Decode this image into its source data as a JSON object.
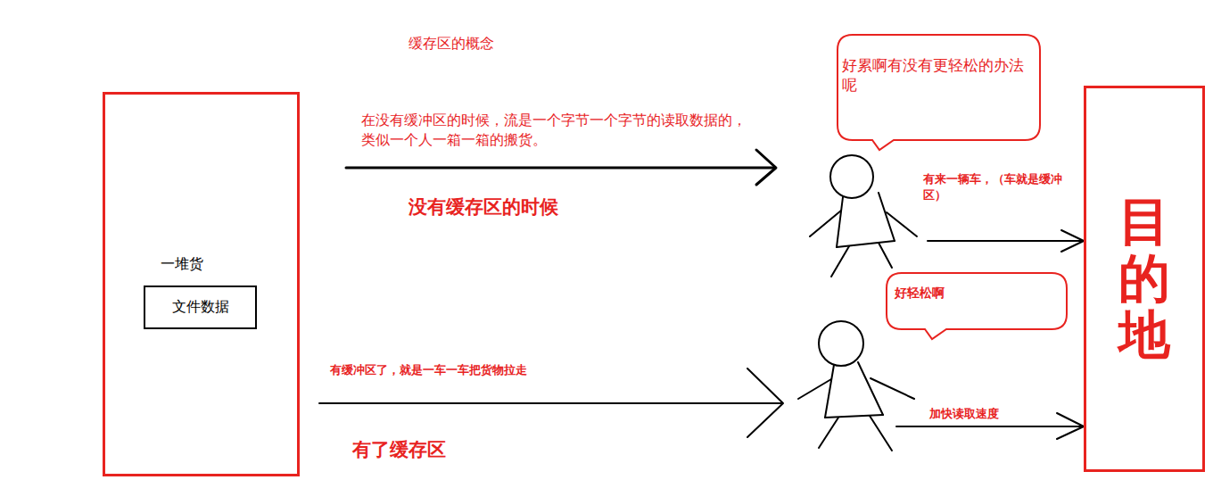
{
  "diagram": {
    "title": "缓存区的概念",
    "nodes": [
      {
        "text": [
          "一堆货"
        ]
      },
      {
        "text": [
          "文件数据"
        ],
        "in": 0
      },
      {
        "text": [
          "目的地"
        ]
      },
      {
        "text": [
          "好累啊有没有更轻松的办法呢"
        ]
      },
      {
        "text": [
          "好轻松啊"
        ]
      }
    ],
    "labels": [
      "在没有缓冲区的时候，流是一个字节一个字节的读取数据的，类似一个人一箱一箱的搬货。",
      "没有缓存区的时候",
      "有来一辆车，（车就是缓冲区）",
      "有缓冲区了，就是一车一车把货物拉走",
      "有了缓存区",
      "加快读取速度"
    ]
  }
}
